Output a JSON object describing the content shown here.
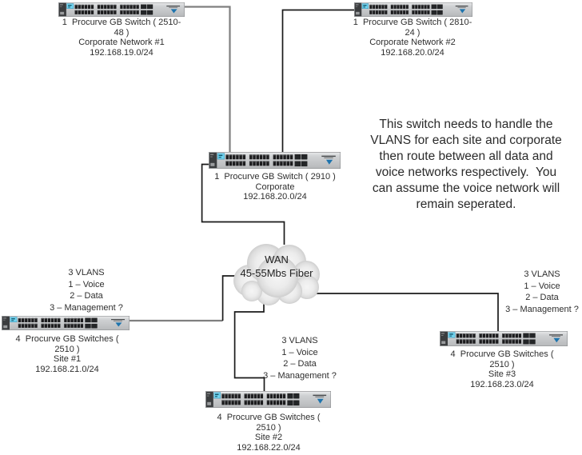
{
  "colors": {
    "background": "#ffffff",
    "wire_gray": "#7f7f7f",
    "wire_black": "#1a1a1a",
    "switch_display_blue": "#72d4ef",
    "procurve_logo_blue": "#1e74ad",
    "cloud_gray": "#e3e3e3"
  },
  "switches": {
    "corp1": {
      "lines": [
        "1  Procurve GB Switch ( 2510-",
        "48 )",
        "Corporate Network #1",
        "192.168.19.0/24"
      ]
    },
    "corp2": {
      "lines": [
        "1  Procurve GB Switch ( 2810-",
        "24 )",
        "Corporate Network #2",
        "192.168.20.0/24"
      ]
    },
    "core": {
      "lines": [
        "1  Procurve GB Switch ( 2910 )",
        "Corporate",
        "192.168.20.0/24"
      ]
    },
    "site1": {
      "lines": [
        "4  Procurve GB Switches (",
        "2510 )",
        "Site #1",
        "192.168.21.0/24"
      ]
    },
    "site2": {
      "lines": [
        "4  Procurve GB Switches (",
        "2510 )",
        "Site #2",
        "192.168.22.0/24"
      ]
    },
    "site3": {
      "lines": [
        "4  Procurve GB Switches (",
        "2510 )",
        "Site #3",
        "192.168.23.0/24"
      ]
    }
  },
  "vlan_blocks": {
    "site1": {
      "lines": [
        "3 VLANS",
        "1 – Voice",
        "2 – Data",
        "3 – Management ?"
      ]
    },
    "site2": {
      "lines": [
        "3 VLANS",
        "1 – Voice",
        "2 – Data",
        "3 – Management ?"
      ]
    },
    "site3": {
      "lines": [
        "3 VLANS",
        "1 – Voice",
        "2 – Data",
        "3 – Management ?"
      ]
    }
  },
  "wan_cloud": {
    "line1": "WAN",
    "line2": "45-55Mbs Fiber"
  },
  "note": {
    "lines": [
      "This switch needs to handle the",
      "VLANS for each site and corporate",
      "then route between all data and",
      "voice networks respectively.  You",
      "can assume the voice network will",
      "remain seperated."
    ]
  }
}
